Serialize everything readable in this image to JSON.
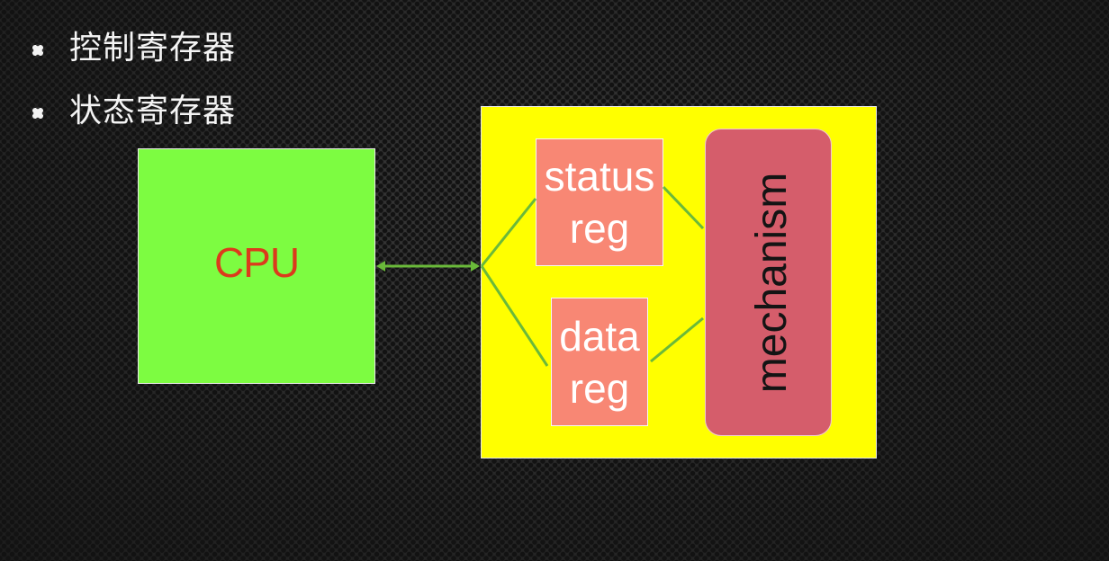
{
  "bullets": [
    {
      "text": "控制寄存器"
    },
    {
      "text": "状态寄存器"
    }
  ],
  "diagram": {
    "cpu": {
      "label": "CPU"
    },
    "status_reg": {
      "line1": "status",
      "line2": "reg"
    },
    "data_reg": {
      "line1": "data",
      "line2": "reg"
    },
    "mechanism": {
      "label": "mechanism"
    }
  },
  "colors": {
    "cpu_fill": "#7dfc41",
    "cpu_text": "#dc3a1c",
    "device_fill": "#ffff00",
    "register_fill": "#f88774",
    "mechanism_fill": "#d55d6b",
    "connector": "#6ab93a"
  }
}
